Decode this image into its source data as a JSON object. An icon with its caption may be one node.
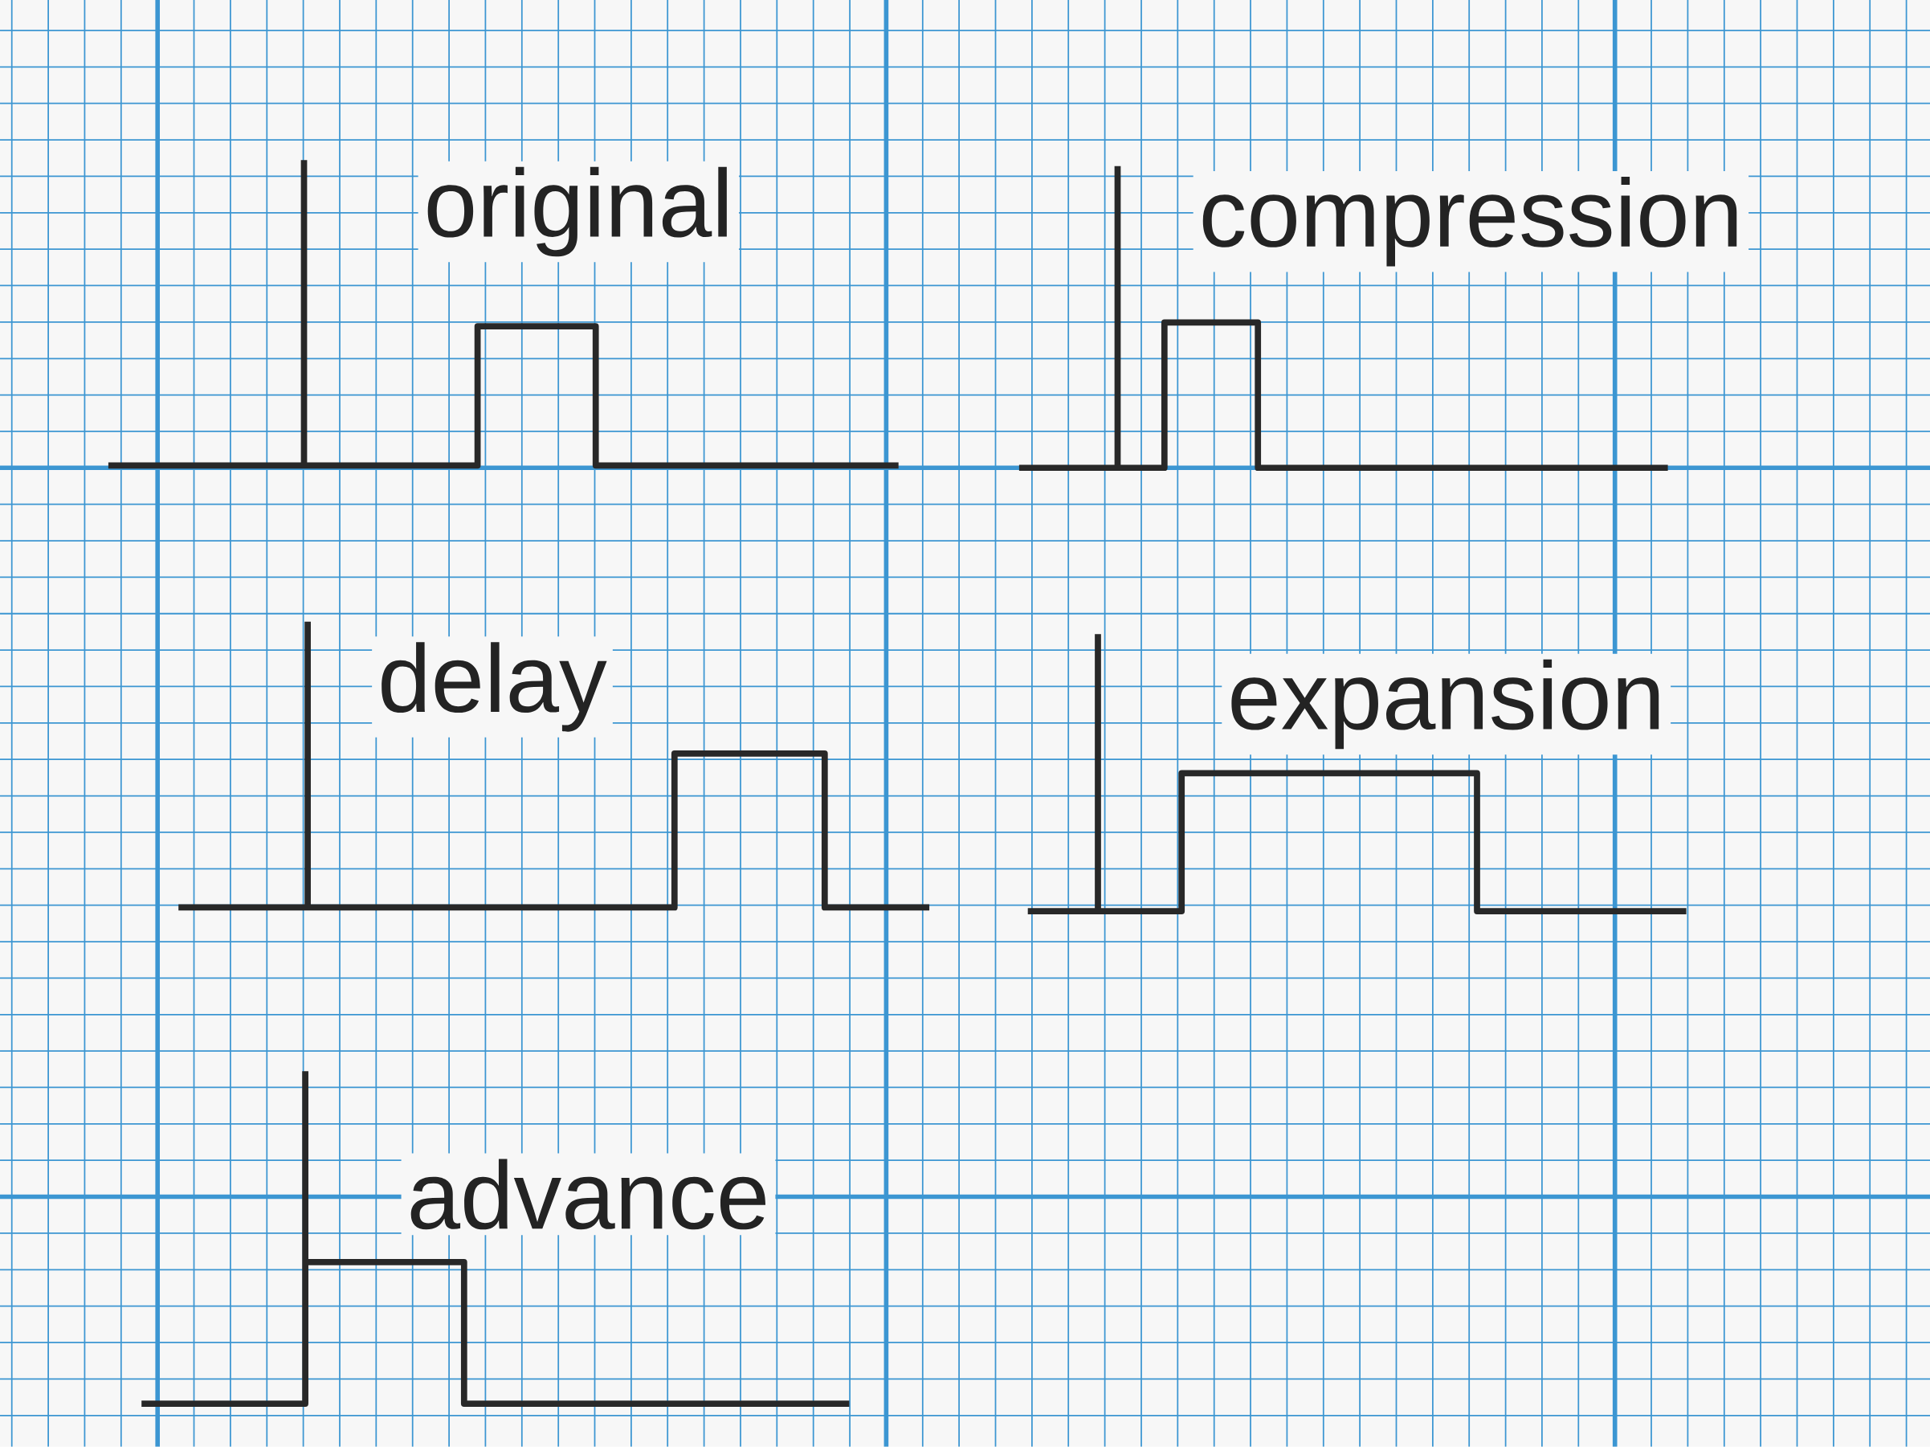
{
  "diagram": {
    "labels": [
      "original",
      "compression",
      "delay",
      "expansion",
      "advance"
    ]
  }
}
